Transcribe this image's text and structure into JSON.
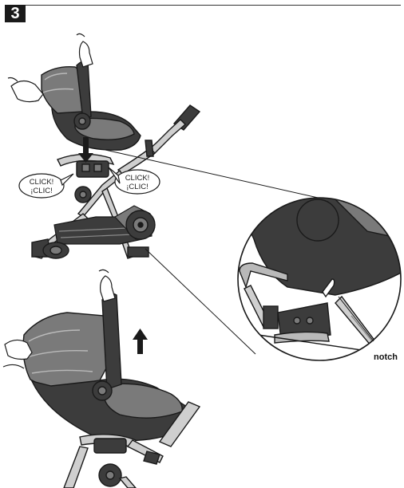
{
  "step": {
    "number": "3"
  },
  "callouts": {
    "click_left": {
      "line1": "CLICK!",
      "line2": "¡CLIC!"
    },
    "click_right": {
      "line1": "CLICK!",
      "line2": "¡CLIC!"
    }
  },
  "detail": {
    "notch_label": "notch"
  },
  "icons": [
    "down-arrow-icon",
    "up-arrow-icon"
  ],
  "colors": {
    "ink": "#1a1a1a",
    "seat_gray": "#7a7a7a",
    "dark_gray": "#3c3c3c",
    "light_gray": "#b9b9b9",
    "frame_silver": "#cfcfcf"
  }
}
